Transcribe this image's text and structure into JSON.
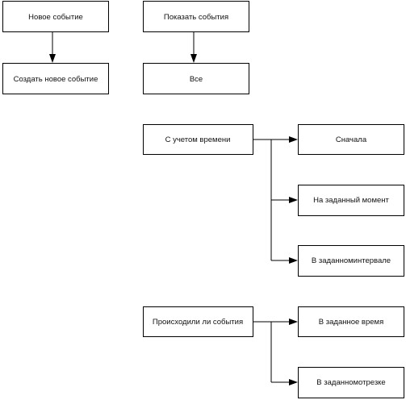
{
  "nodes": {
    "new_event": "Новое событие",
    "create_new_event": "Создать новое событие",
    "show_events": "Показать события",
    "all": "Все",
    "time_aware": "С учетом времени",
    "from_start": "Сначала",
    "at_moment": "На заданный момент",
    "in_interval": "В заданноминтервале",
    "did_events_occur": "Происходили ли события",
    "at_time": "В заданное время",
    "in_segment": "В заданномотрезке"
  },
  "colors": {
    "stroke": "#000000",
    "fill": "#ffffff",
    "text": "#111111"
  }
}
